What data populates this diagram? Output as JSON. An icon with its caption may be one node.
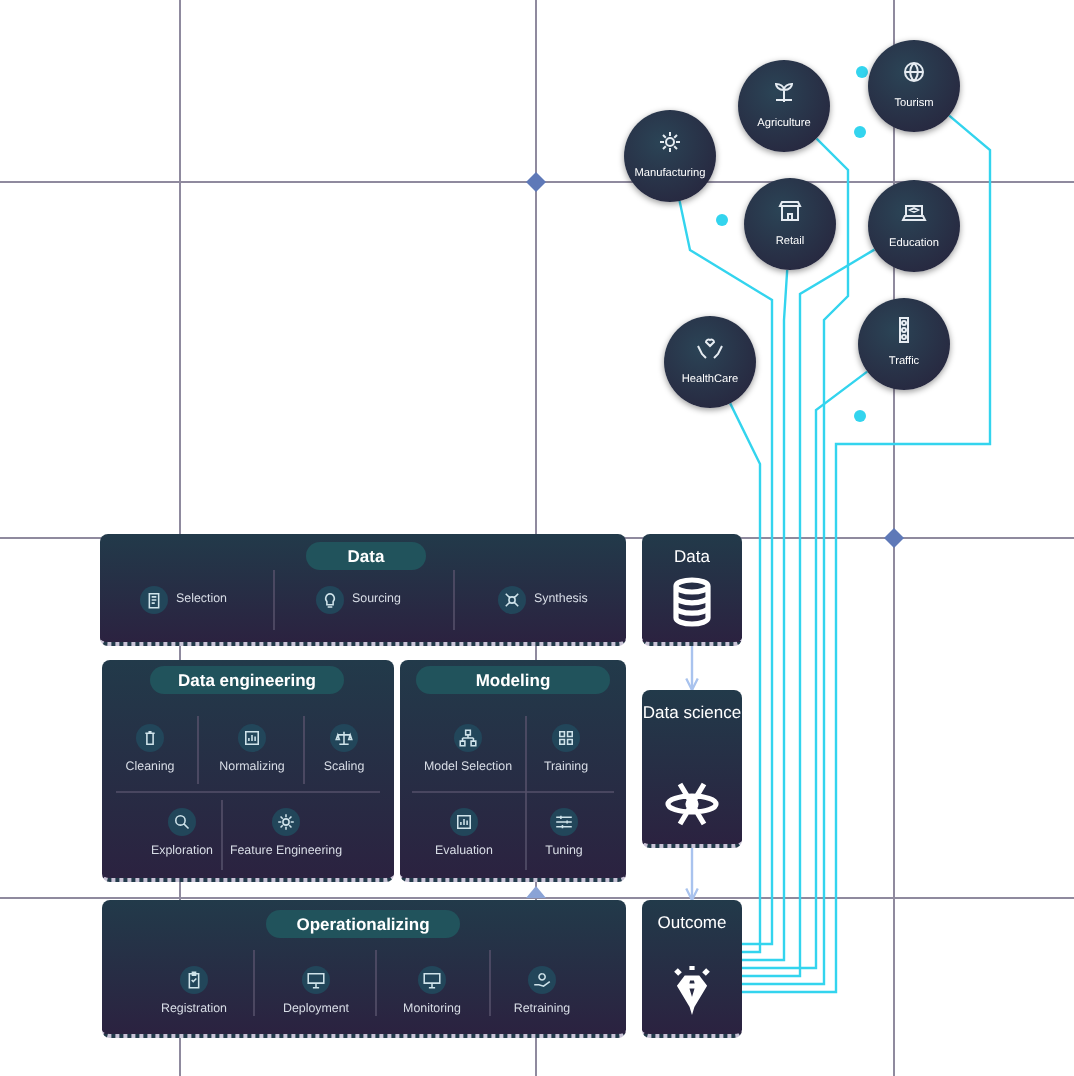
{
  "diagram": {
    "nodes": [
      {
        "text": [
          "Data"
        ]
      },
      {
        "text": [
          "Data engineering"
        ]
      },
      {
        "text": [
          "Modeling"
        ]
      },
      {
        "text": [
          "Operationalizing"
        ]
      },
      {
        "text": [
          "Data"
        ]
      },
      {
        "text": [
          "Data science"
        ]
      },
      {
        "text": [
          "Outcome"
        ]
      },
      {
        "text": [
          "Manufacturing"
        ]
      },
      {
        "text": [
          "Agriculture"
        ]
      },
      {
        "text": [
          "Tourism"
        ]
      },
      {
        "text": [
          "Retail"
        ]
      },
      {
        "text": [
          "Education"
        ]
      },
      {
        "text": [
          "HealthCare"
        ]
      },
      {
        "text": [
          "Traffic"
        ]
      }
    ],
    "edges": [
      {
        "from": 4,
        "to": 5,
        "arrow": "to",
        "color": "#a9c3ee"
      },
      {
        "from": 5,
        "to": 6,
        "arrow": "to",
        "color": "#a9c3ee"
      },
      {
        "from": 6,
        "to": 7,
        "arrow": "none"
      },
      {
        "from": 6,
        "to": 12,
        "arrow": "none"
      },
      {
        "from": 6,
        "to": 10,
        "arrow": "none"
      },
      {
        "from": 6,
        "to": 11,
        "arrow": "none"
      },
      {
        "from": 6,
        "to": 13,
        "arrow": "none"
      },
      {
        "from": 6,
        "to": 8,
        "arrow": "none"
      },
      {
        "from": 6,
        "to": 9,
        "arrow": "none"
      }
    ],
    "labels": [
      "Selection",
      "Sourcing",
      "Synthesis",
      "Cleaning",
      "Normalizing",
      "Scaling",
      "Exploration",
      "Feature Engineering",
      "Model Selection",
      "Training",
      "Evaluation",
      "Tuning",
      "Registration",
      "Deployment",
      "Monitoring",
      "Retraining"
    ]
  }
}
